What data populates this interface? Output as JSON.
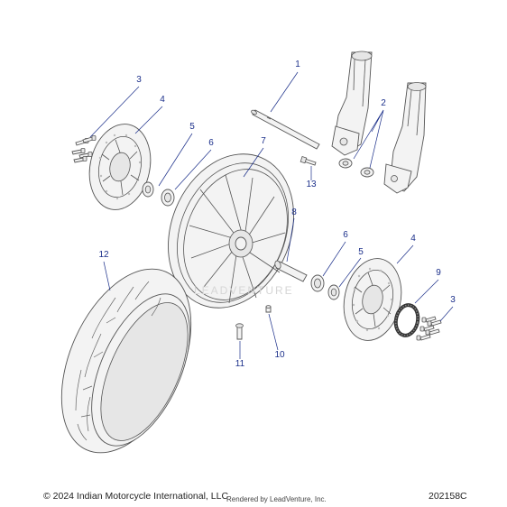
{
  "callouts": [
    {
      "id": "c1",
      "label": "1"
    },
    {
      "id": "c2",
      "label": "2"
    },
    {
      "id": "c3a",
      "label": "3"
    },
    {
      "id": "c4a",
      "label": "4"
    },
    {
      "id": "c5a",
      "label": "5"
    },
    {
      "id": "c6a",
      "label": "6"
    },
    {
      "id": "c7",
      "label": "7"
    },
    {
      "id": "c13",
      "label": "13"
    },
    {
      "id": "c8",
      "label": "8"
    },
    {
      "id": "c6b",
      "label": "6"
    },
    {
      "id": "c5b",
      "label": "5"
    },
    {
      "id": "c4b",
      "label": "4"
    },
    {
      "id": "c9",
      "label": "9"
    },
    {
      "id": "c3b",
      "label": "3"
    },
    {
      "id": "c12",
      "label": "12"
    },
    {
      "id": "c11",
      "label": "11"
    },
    {
      "id": "c10",
      "label": "10"
    }
  ],
  "footer": {
    "copyright": "© 2024 Indian Motorcycle International, LLC",
    "rendered_by": "Rendered by LeadVenture, Inc.",
    "diagram_id": "202158C"
  },
  "watermark": "LEADVENTURE",
  "colors": {
    "callout": "#1b2f8a",
    "part_stroke": "#555555",
    "part_fill": "#f2f2f2"
  }
}
